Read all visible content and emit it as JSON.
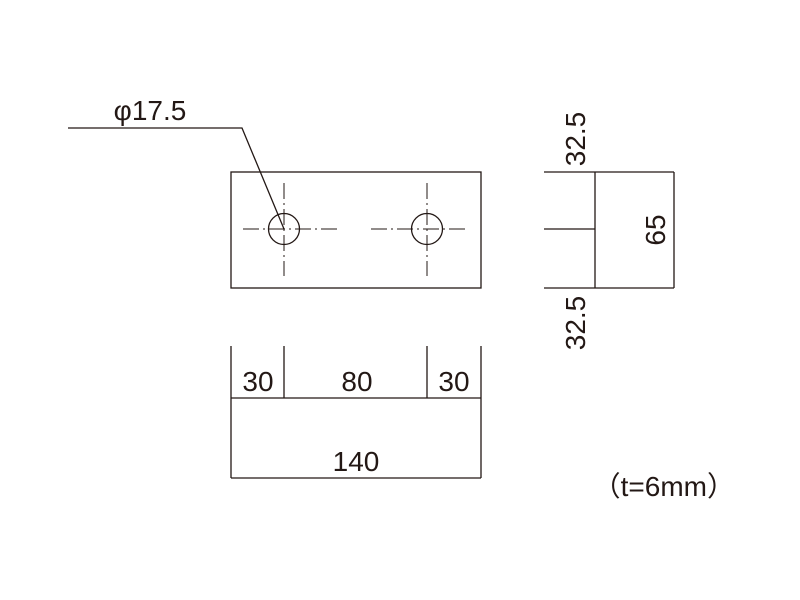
{
  "labels": {
    "hole_diameter": "φ17.5",
    "offset_top": "32.5",
    "height": "65",
    "offset_bottom": "32.5",
    "left_margin": "30",
    "hole_spacing": "80",
    "right_margin": "30",
    "overall_length": "140",
    "thickness_note": "（t=6mm）"
  }
}
